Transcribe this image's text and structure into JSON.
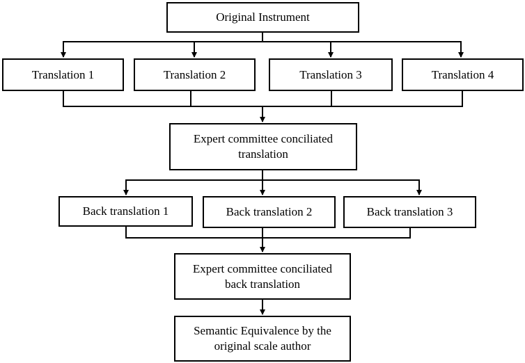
{
  "nodes": {
    "original_instrument": "Original Instrument",
    "translation_1": "Translation 1",
    "translation_2": "Translation 2",
    "translation_3": "Translation 3",
    "translation_4": "Translation 4",
    "expert_committee_translation": [
      "Expert committee conciliated",
      "translation"
    ],
    "back_translation_1": "Back translation 1",
    "back_translation_2": "Back translation 2",
    "back_translation_3": "Back translation 3",
    "expert_committee_back_translation": [
      "Expert committee conciliated",
      "back translation"
    ],
    "semantic_equivalence": [
      "Semantic Equivalence by the",
      "original scale author"
    ]
  },
  "colors": {
    "stroke": "#000000",
    "background": "#ffffff"
  }
}
